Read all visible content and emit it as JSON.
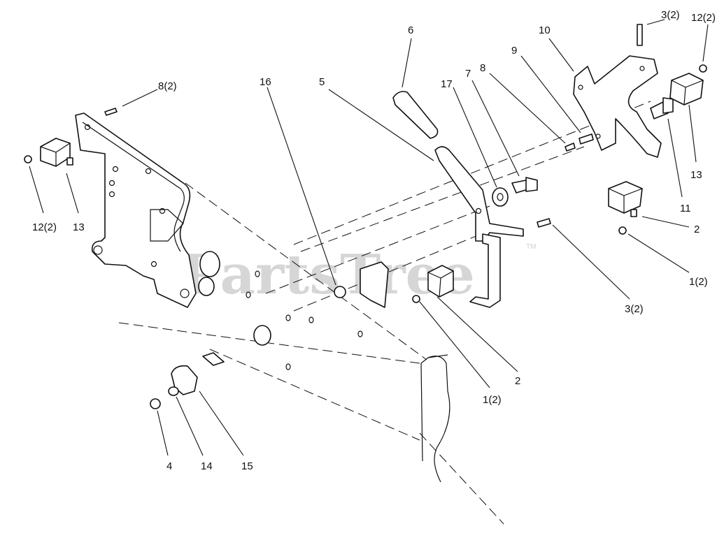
{
  "watermark": {
    "text": "PartsTree",
    "mark": "TM"
  },
  "callouts": [
    {
      "id": "c6",
      "text": "6"
    },
    {
      "id": "c10",
      "text": "10"
    },
    {
      "id": "c3a",
      "text": "3(2)"
    },
    {
      "id": "c12a",
      "text": "12(2)"
    },
    {
      "id": "c9",
      "text": "9"
    },
    {
      "id": "c7",
      "text": "7"
    },
    {
      "id": "c8",
      "text": "8"
    },
    {
      "id": "c17",
      "text": "17"
    },
    {
      "id": "c5",
      "text": "5"
    },
    {
      "id": "c16",
      "text": "16"
    },
    {
      "id": "c8b",
      "text": "8(2)"
    },
    {
      "id": "c12b",
      "text": "12(2)"
    },
    {
      "id": "c13a",
      "text": "13"
    },
    {
      "id": "c13b",
      "text": "13"
    },
    {
      "id": "c11",
      "text": "11"
    },
    {
      "id": "c2a",
      "text": "2"
    },
    {
      "id": "c1a",
      "text": "1(2)"
    },
    {
      "id": "c3b",
      "text": "3(2)"
    },
    {
      "id": "c2b",
      "text": "2"
    },
    {
      "id": "c1b",
      "text": "1(2)"
    },
    {
      "id": "c4",
      "text": "4"
    },
    {
      "id": "c14",
      "text": "14"
    },
    {
      "id": "c15",
      "text": "15"
    }
  ]
}
